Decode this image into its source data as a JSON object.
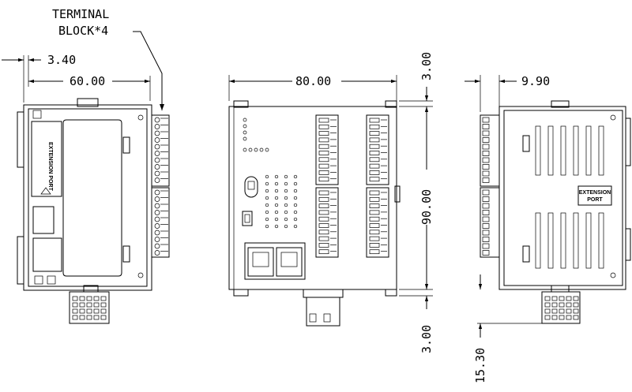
{
  "labels": {
    "terminal_block_line1": "TERMINAL",
    "terminal_block_line2": "BLOCK*4",
    "extension_port_side": "EXTENSION PORT",
    "extension_port_right_line1": "EXTENSION",
    "extension_port_right_line2": "PORT"
  },
  "dimensions": {
    "left_offset": "3.40",
    "left_width": "60.00",
    "front_width": "80.00",
    "top_margin": "3.00",
    "height": "90.00",
    "bottom_margin": "3.00",
    "right_offset": "9.90",
    "connector_depth": "15.30"
  }
}
